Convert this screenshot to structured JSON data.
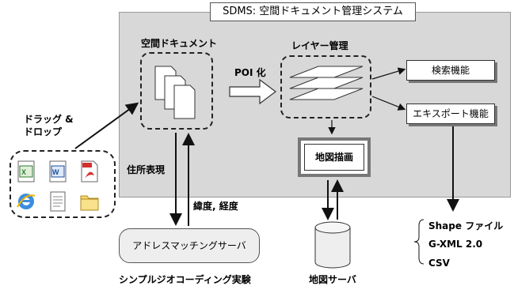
{
  "system": {
    "title": "SDMS: 空間ドキュメント管理システム"
  },
  "spatial_docs": {
    "label": "空間ドキュメント"
  },
  "layer_mgmt": {
    "label": "レイヤー管理"
  },
  "poi": {
    "label": "POI 化"
  },
  "search": {
    "label": "検索機能"
  },
  "export": {
    "label": "エキスポート機能"
  },
  "map_draw": {
    "label": "地図描画"
  },
  "drag_drop": {
    "line1": "ドラッグ &",
    "line2": "ドロップ"
  },
  "address_expr": {
    "label": "住所表現"
  },
  "latlon": {
    "label": "緯度, 経度"
  },
  "address_server": {
    "label": "アドレスマッチングサーバ"
  },
  "simple_geocoding": {
    "label": "シンプルジオコーディング実験"
  },
  "map_server": {
    "label": "地図サーバ"
  },
  "export_formats": [
    "Shape ファイル",
    "G-XML 2.0",
    "CSV"
  ],
  "file_icons": [
    "excel-icon",
    "word-icon",
    "pdf-icon",
    "internet-explorer-icon",
    "text-document-icon",
    "folder-icon"
  ],
  "colors": {
    "panel": "#d8d8d8",
    "arrow": "#111111"
  }
}
